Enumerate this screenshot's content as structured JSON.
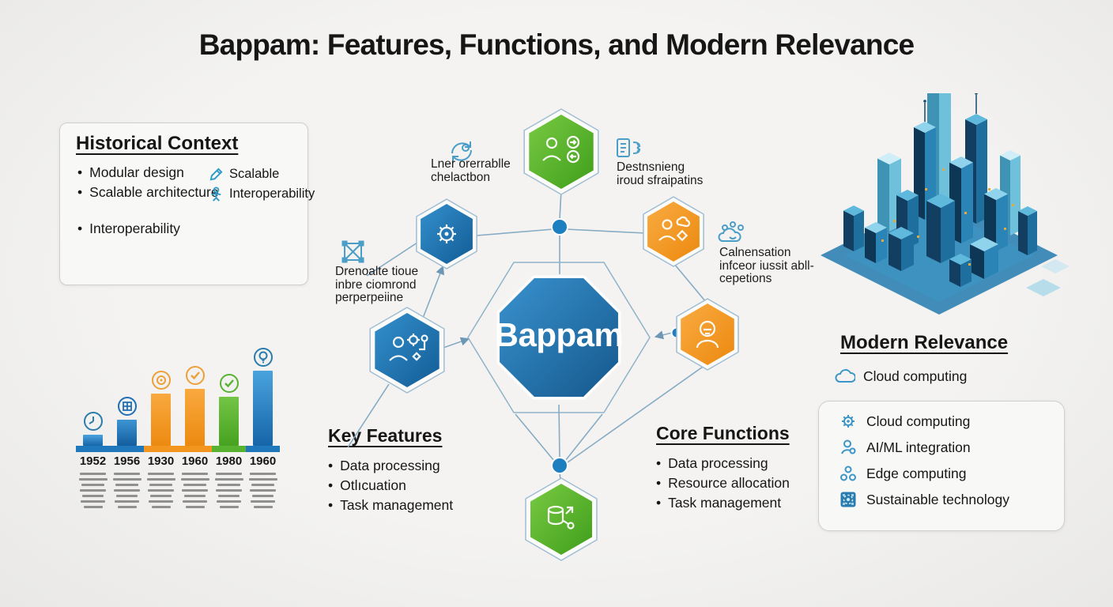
{
  "title": "Bappam: Features, Functions, and Modern Relevance",
  "historical": {
    "title": "Historical Context",
    "bullets": [
      "Modular design",
      "Scalable architecture",
      "Interoperability"
    ],
    "side_items": [
      {
        "icon": "pencil-icon",
        "label": "Scalable"
      },
      {
        "icon": "person-icon",
        "label": "Interoperability"
      }
    ]
  },
  "timeline": {
    "years": [
      "1952",
      "1956",
      "1930",
      "1960",
      "1980",
      "1960"
    ],
    "bar_heights": [
      14,
      33,
      66,
      72,
      62,
      95
    ],
    "icons": [
      "clock-icon",
      "grid-building-icon",
      "target-icon",
      "check-icon",
      "check-icon",
      "lightbulb-icon"
    ]
  },
  "chart_data": {
    "type": "bar",
    "categories": [
      "1952",
      "1956",
      "1930",
      "1960",
      "1980",
      "1960"
    ],
    "values": [
      14,
      33,
      66,
      72,
      62,
      95
    ],
    "title": "",
    "xlabel": "",
    "ylabel": ""
  },
  "diagram": {
    "center": "Bappam",
    "annotations": {
      "a1": {
        "icon": "sync-arrows-icon",
        "lines": [
          "Lner orerrablle",
          "chelactbon"
        ]
      },
      "a2": {
        "icon": "document-flow-icon",
        "lines": [
          "Destnsnieng",
          "iroud sfraipatins"
        ]
      },
      "a3": {
        "icon": "transform-frame-icon",
        "lines": [
          "Drenoalte tioue",
          "inbre ciomrond",
          "perperpeiine"
        ]
      },
      "a4": {
        "icon": "cloud-nodes-icon",
        "lines": [
          "Calnensation",
          "infceor iussit abll-",
          "cepetions"
        ]
      }
    }
  },
  "key_features": {
    "title": "Key Features",
    "bullets": [
      "Data processing",
      "Otlıcuation",
      "Task management"
    ]
  },
  "core_functions": {
    "title": "Core Functions",
    "bullets": [
      "Data processing",
      "Resource allocation",
      "Task management"
    ]
  },
  "modern": {
    "title": "Modern Relevance",
    "lead": {
      "icon": "cloud-icon",
      "label": "Cloud computing"
    },
    "items": [
      {
        "icon": "cloud-gear-icon",
        "label": "Cloud computing"
      },
      {
        "icon": "person-icon",
        "label": "AI/ML integration"
      },
      {
        "icon": "nodes-icon",
        "label": "Edge computing"
      },
      {
        "icon": "chip-icon",
        "label": "Sustainable technology"
      }
    ]
  },
  "colors": {
    "blue": "#2180c0",
    "green": "#55b42e",
    "orange": "#f39422",
    "line": "#86abc4",
    "ink": "#161616"
  }
}
